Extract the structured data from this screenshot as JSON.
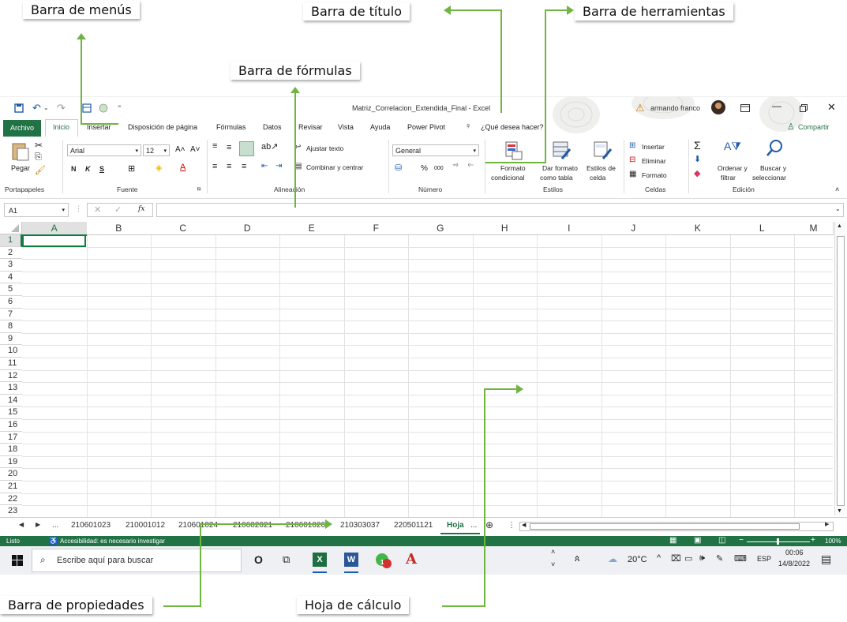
{
  "callouts": {
    "menu_bar": "Barra de menús",
    "title_bar": "Barra de título",
    "toolbar": "Barra de herramientas",
    "formula_bar": "Barra de fórmulas",
    "properties_bar": "Barra de propiedades",
    "spreadsheet": "Hoja de cálculo"
  },
  "colors": {
    "excel_green": "#217346",
    "callout_green": "#70b442",
    "selection_green": "#107c41"
  },
  "titlebar": {
    "doc_title": "Matriz_Correlacion_Extendida_Final  -  Excel",
    "user": "armando franco",
    "icons": [
      "save-icon",
      "undo-icon",
      "redo-icon",
      "form-icon",
      "circle-icon",
      "customize-icon",
      "warning-icon",
      "ribbon-display-icon",
      "minimize-icon",
      "restore-icon",
      "close-icon"
    ]
  },
  "menu": {
    "file": "Archivo",
    "items": [
      "Inicio",
      "Insertar",
      "Disposición de página",
      "Fórmulas",
      "Datos",
      "Revisar",
      "Vista",
      "Ayuda",
      "Power Pivot"
    ],
    "tell_me": "¿Qué desea hacer?",
    "share": "Compartir"
  },
  "ribbon": {
    "paste": "Pegar",
    "font_name": "Arial",
    "font_size": "12",
    "bold": "N",
    "italic": "K",
    "underline": "S",
    "wrap": "Ajustar texto",
    "merge": "Combinar y centrar",
    "number_format": "General",
    "percent": "%",
    "thousands": "000",
    "cond_format_1": "Formato",
    "cond_format_2": "condicional",
    "table_format_1": "Dar formato",
    "table_format_2": "como tabla",
    "cell_styles_1": "Estilos de",
    "cell_styles_2": "celda",
    "insert": "Insertar",
    "delete": "Eliminar",
    "format": "Formato",
    "sort_1": "Ordenar y",
    "sort_2": "filtrar",
    "find_1": "Buscar y",
    "find_2": "seleccionar",
    "groups": [
      "Portapapeles",
      "Fuente",
      "Alineación",
      "Número",
      "Estilos",
      "Celdas",
      "Edición"
    ]
  },
  "formula_bar": {
    "name_box": "A1",
    "fx": "fx",
    "value": ""
  },
  "grid": {
    "columns": [
      "A",
      "B",
      "C",
      "D",
      "E",
      "F",
      "G",
      "H",
      "I",
      "J",
      "K",
      "L",
      "M"
    ],
    "rows": [
      "1",
      "2",
      "3",
      "4",
      "5",
      "6",
      "7",
      "8",
      "9",
      "10",
      "11",
      "12",
      "13",
      "14",
      "15",
      "16",
      "17",
      "18",
      "19",
      "20",
      "21",
      "22",
      "23"
    ],
    "active_cell": "A1"
  },
  "sheets": {
    "ellipsis": "...",
    "tabs": [
      "210601023",
      "210001012",
      "210601024",
      "210602021",
      "210601026",
      "210303037",
      "220501121"
    ],
    "active": "Hoja",
    "active_more": "..."
  },
  "status": {
    "ready": "Listo",
    "accessibility": "Accesibilidad: es necesario investigar",
    "zoom": "100%"
  },
  "taskbar": {
    "search_placeholder": "Escribe aquí para buscar",
    "weather": "20°C",
    "lang": "ESP",
    "time": "00:06",
    "date": "14/8/2022",
    "badge": "1"
  }
}
